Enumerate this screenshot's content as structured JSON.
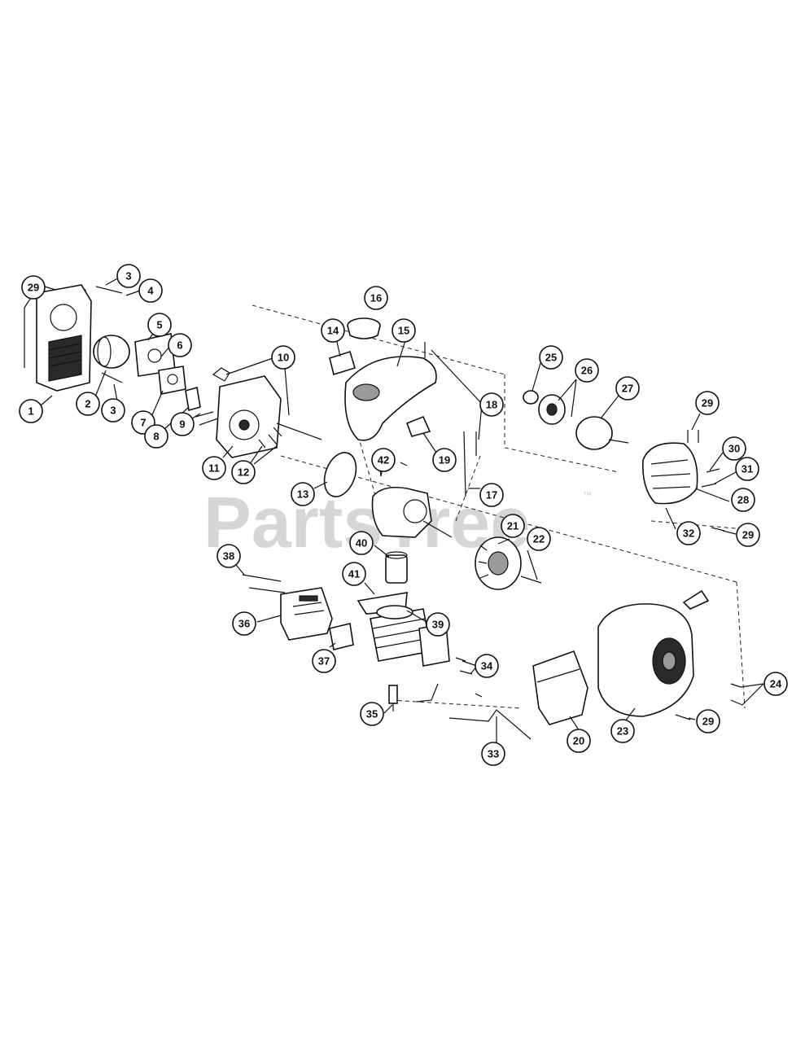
{
  "watermark": {
    "text": "PartsTree",
    "trademark": "™"
  },
  "callouts": [
    "1",
    "2",
    "3",
    "3",
    "4",
    "5",
    "6",
    "7",
    "8",
    "9",
    "10",
    "11",
    "12",
    "13",
    "14",
    "15",
    "16",
    "17",
    "18",
    "19",
    "20",
    "21",
    "22",
    "23",
    "24",
    "25",
    "26",
    "27",
    "28",
    "29",
    "29",
    "29",
    "29",
    "30",
    "31",
    "32",
    "33",
    "34",
    "35",
    "36",
    "37",
    "38",
    "39",
    "40",
    "41",
    "42"
  ]
}
